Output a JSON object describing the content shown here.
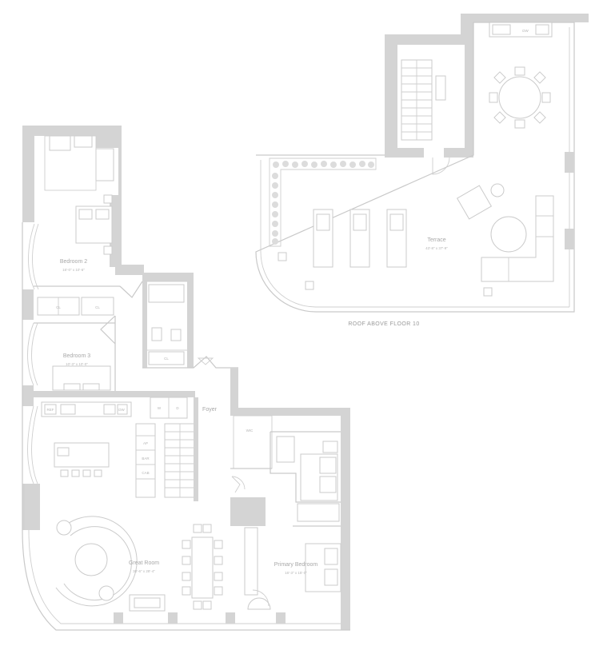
{
  "rooms": {
    "terrace": {
      "name": "Terrace",
      "dims": "43'-8\" x 37'-9\""
    },
    "bedroom2": {
      "name": "Bedroom 2",
      "dims": "16'-0\" x 10'-6\""
    },
    "bedroom3": {
      "name": "Bedroom 3",
      "dims": "10'-3\" x 10'-0\""
    },
    "great_room": {
      "name": "Great Room",
      "dims": "30'-6\" x 28'-4\""
    },
    "primary_bedroom": {
      "name": "Primary Bedroom",
      "dims": "16'-3\" x 15'-0\""
    },
    "foyer": {
      "name": "Foyer"
    }
  },
  "fixtures": {
    "cl_a": "CL",
    "cl_b": "CL",
    "cl_c": "CL",
    "wic": "WIC",
    "ref": "REF",
    "dw": "DW",
    "w": "W",
    "d": "D",
    "ap": "AP",
    "bar": "BAR",
    "cab": "CAB",
    "dw2": "DW"
  },
  "terrace_caption": "ROOF ABOVE FLOOR 10"
}
